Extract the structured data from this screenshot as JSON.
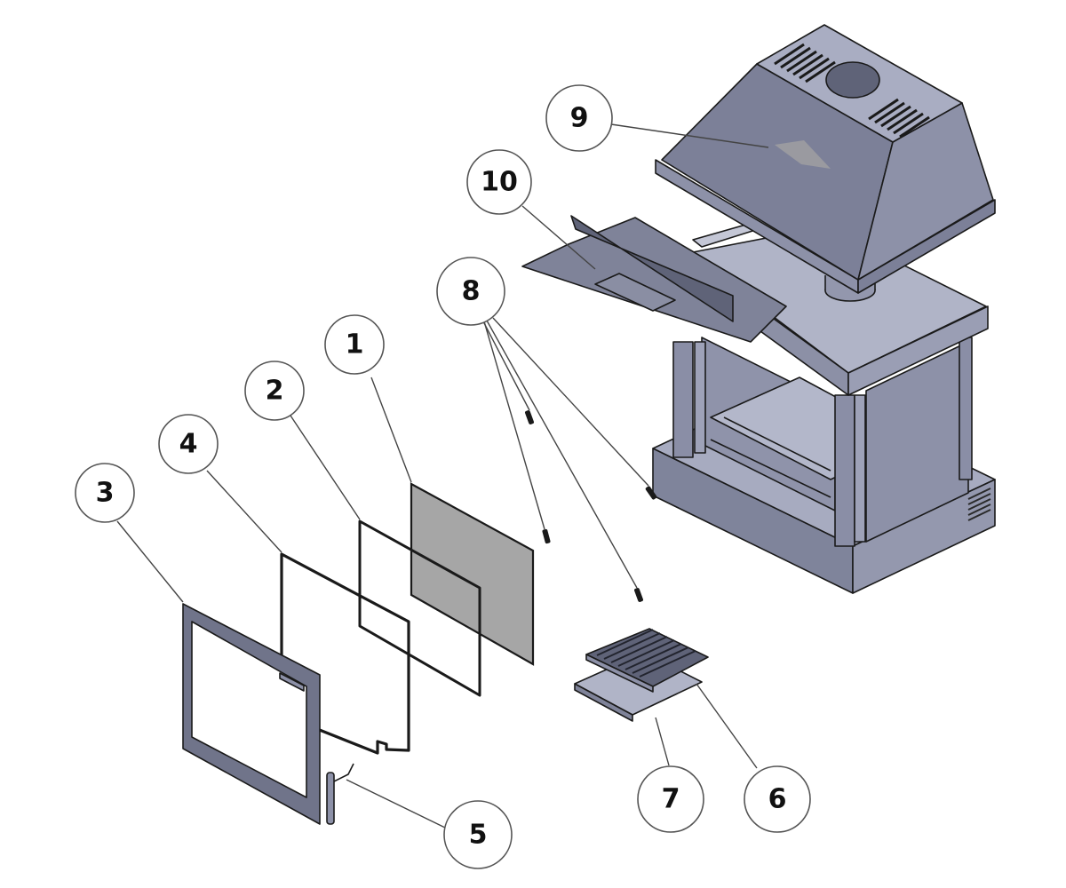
{
  "diagram": {
    "type": "exploded-assembly",
    "subject": "fireplace insert",
    "colors": {
      "body_light": "#a9adc2",
      "body_mid": "#8a8fa6",
      "body_dark": "#5f6378",
      "glass": "#a6a6a6",
      "outline": "#1a1a1a",
      "background": "#ffffff"
    },
    "callouts": [
      {
        "id": "1",
        "label": "1",
        "part": "glass-panel"
      },
      {
        "id": "2",
        "label": "2",
        "part": "inner-gasket"
      },
      {
        "id": "3",
        "label": "3",
        "part": "door-frame"
      },
      {
        "id": "4",
        "label": "4",
        "part": "outer-gasket"
      },
      {
        "id": "5",
        "label": "5",
        "part": "door-handle"
      },
      {
        "id": "6",
        "label": "6",
        "part": "grate"
      },
      {
        "id": "7",
        "label": "7",
        "part": "ash-tray"
      },
      {
        "id": "8",
        "label": "8",
        "part": "screws"
      },
      {
        "id": "9",
        "label": "9",
        "part": "hood"
      },
      {
        "id": "10",
        "label": "10",
        "part": "baffle-plate"
      }
    ]
  }
}
